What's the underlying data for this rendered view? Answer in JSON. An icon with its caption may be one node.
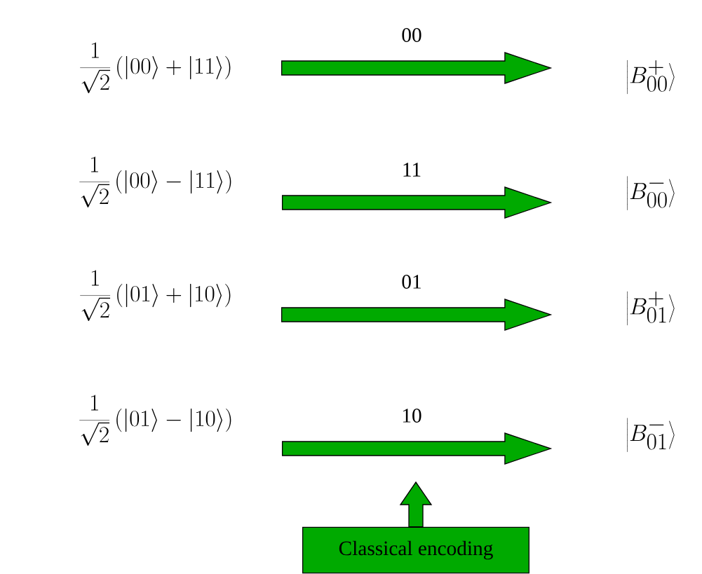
{
  "diagram": {
    "nodes": [
      {
        "text": [
          "\\frac{1}{\\sqrt{2}}\\left(\\left|00\\right\\rangle+\\left|11\\right\\rangle\\right)"
        ]
      },
      {
        "text": [
          "\\frac{1}{\\sqrt{2}}\\left(\\left|00\\right\\rangle-\\left|11\\right\\rangle\\right)"
        ]
      },
      {
        "text": [
          "\\frac{1}{\\sqrt{2}}\\left(\\left|01\\right\\rangle+\\left|10\\right\\rangle\\right)"
        ]
      },
      {
        "text": [
          "\\frac{1}{\\sqrt{2}}\\left(\\left|01\\right\\rangle-\\left|10\\right\\rangle\\right)"
        ]
      },
      {
        "text": [
          "\\left|B^{+}_{00}\\right\\rangle"
        ]
      },
      {
        "text": [
          "\\left|B^{-}_{00}\\right\\rangle"
        ]
      },
      {
        "text": [
          "\\left|B^{+}_{01}\\right\\rangle"
        ]
      },
      {
        "text": [
          "\\left|B^{-}_{01}\\right\\rangle"
        ]
      },
      {
        "text": [
          "Classical encoding"
        ]
      }
    ],
    "edges": [
      {
        "from": 0,
        "to": 4,
        "arrow": "to",
        "label": "00"
      },
      {
        "from": 1,
        "to": 5,
        "arrow": "to",
        "label": "11"
      },
      {
        "from": 2,
        "to": 6,
        "arrow": "to",
        "label": "01"
      },
      {
        "from": 3,
        "to": 7,
        "arrow": "to",
        "label": "10"
      },
      {
        "from": 8,
        "to": null,
        "arrow": "to"
      }
    ]
  }
}
